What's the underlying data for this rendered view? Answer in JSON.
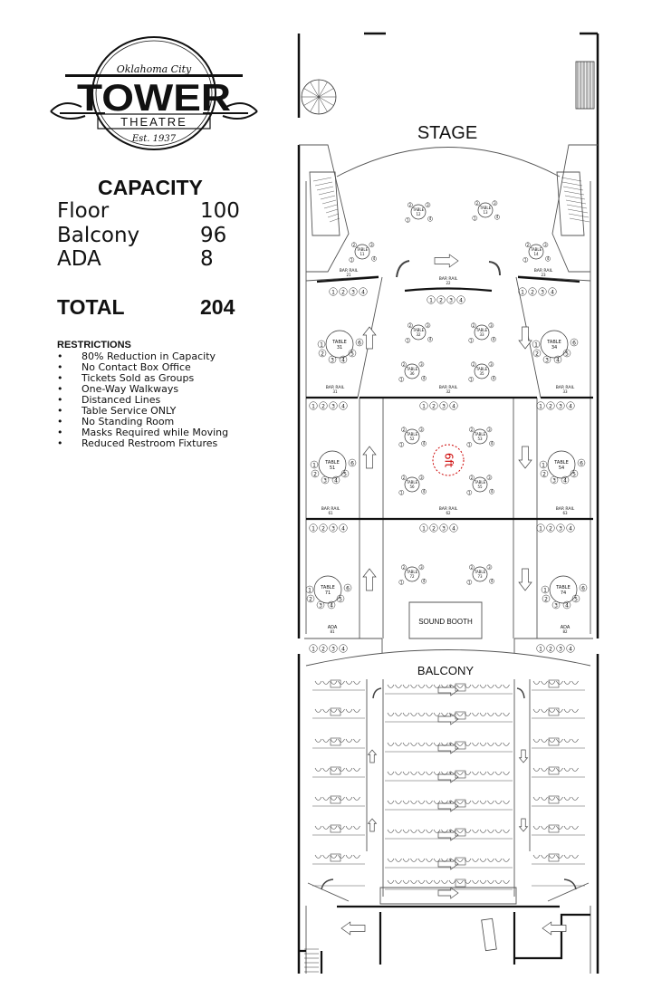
{
  "logo": {
    "top_text": "Oklahoma City",
    "main_text": "TOWER",
    "sub_text": "THEATRE",
    "est_text": "Est. 1937"
  },
  "capacity": {
    "title": "CAPACITY",
    "rows": [
      {
        "label": "Floor",
        "value": "100"
      },
      {
        "label": "Balcony",
        "value": "96"
      },
      {
        "label": "ADA",
        "value": "8"
      }
    ],
    "total_label": "TOTAL",
    "total_value": "204"
  },
  "restrictions": {
    "title": "RESTRICTIONS",
    "items": [
      "80% Reduction in Capacity",
      "No Contact Box Office",
      "Tickets Sold as Groups",
      "One-Way Walkways",
      "Distanced Lines",
      "Table Service ONLY",
      "No Standing Room",
      "Masks Required while Moving",
      "Reduced Restroom Fixtures"
    ]
  },
  "floor_plan": {
    "stage_label": "STAGE",
    "balcony_label": "BALCONY",
    "sound_booth_label": "SOUND BOOTH",
    "distance_label": "6ft",
    "table_word": "TABLE",
    "bar_rail_word": "BAR RAIL",
    "ada_word": "ADA",
    "seat_numbers": [
      "1",
      "2",
      "3",
      "4"
    ],
    "big_table_seat_numbers": [
      "1",
      "2",
      "3",
      "4",
      "5",
      "6"
    ],
    "tables": [
      "11",
      "12",
      "13",
      "14",
      "31",
      "32",
      "33",
      "34",
      "35",
      "36",
      "51",
      "52",
      "53",
      "54",
      "55",
      "56",
      "71",
      "72",
      "73",
      "74"
    ],
    "bar_rails": [
      "21",
      "22",
      "23",
      "31",
      "32",
      "33",
      "61",
      "62",
      "63"
    ],
    "ada_spots": [
      "81",
      "82"
    ],
    "icons": [
      "spiral-staircase-icon",
      "stairs-icon",
      "direction-arrow-icon",
      "chair-icon"
    ]
  }
}
